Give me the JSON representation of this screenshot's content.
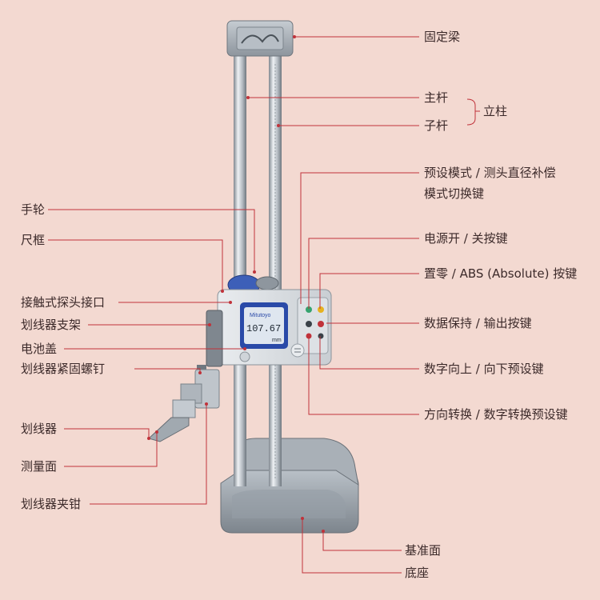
{
  "colors": {
    "background": "#f3d9d1",
    "leader_line": "#c0323a",
    "text": "#3c2a2a",
    "metal": "#a8b0b8",
    "lcd": "#dfe6ef",
    "blue_frame": "#2a4aa8"
  },
  "device": {
    "brand": "Mitutoyo",
    "display_value": "107.67",
    "display_unit": "mm"
  },
  "labels": {
    "fixed_beam": "固定梁",
    "main_rod": "主杆",
    "sub_rod": "子杆",
    "column_group": "立柱",
    "preset_mode": "预设模式 / 测头直径补偿",
    "preset_mode_2": "模式切换键",
    "handwheel": "手轮",
    "slider": "尺框",
    "power": "电源开 / 关按键",
    "zero_abs": "置零 / ABS (Absolute) 按键",
    "probe_port": "接触式探头接口",
    "scriber_holder": "划线器支架",
    "data_hold": "数据保持 / 输出按键",
    "battery_cover": "电池盖",
    "scriber_screw": "划线器紧固螺钉",
    "number_updown": "数字向上 / 向下预设键",
    "direction_switch": "方向转换 / 数字转换预设键",
    "scriber": "划线器",
    "measuring_face": "测量面",
    "scriber_clamp": "划线器夹钳",
    "reference_face": "基准面",
    "base": "底座"
  }
}
